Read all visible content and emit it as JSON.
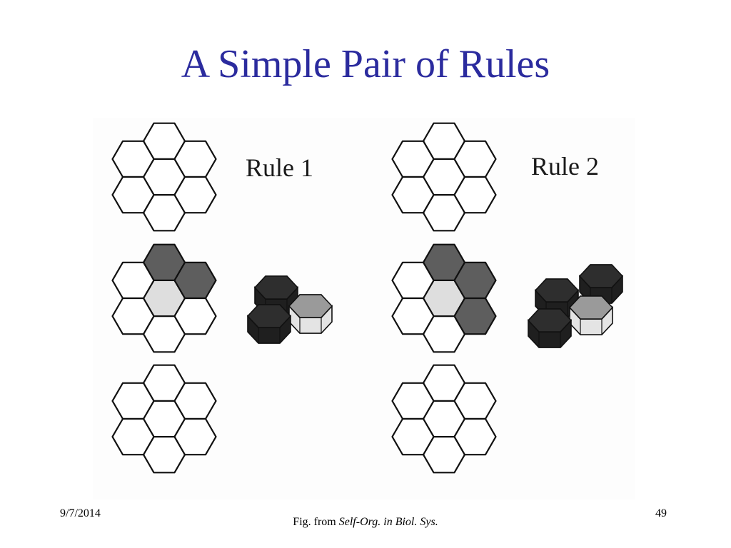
{
  "slide": {
    "title": "A Simple Pair of Rules",
    "title_color": "#2b2b9e"
  },
  "figure": {
    "rule1_label": "Rule 1",
    "rule2_label": "Rule 2",
    "colors": {
      "empty": "#ffffff",
      "dark": "#5e5e5e",
      "light": "#dedede",
      "block_dark": "#2e2e2e",
      "block_gray": "#9a9a9a",
      "block_light": "#e4e4e4",
      "stroke": "#111111"
    },
    "rule1": {
      "middle_dark_cells": [
        "top",
        "upper-right"
      ],
      "center_cell": "light"
    },
    "rule2": {
      "middle_dark_cells": [
        "top",
        "upper-right",
        "lower-right"
      ],
      "center_cell": "light"
    }
  },
  "footer": {
    "date": "9/7/2014",
    "page": "49",
    "caption_prefix": "Fig. from ",
    "caption_source": "Self-Org. in Biol. Sys."
  }
}
